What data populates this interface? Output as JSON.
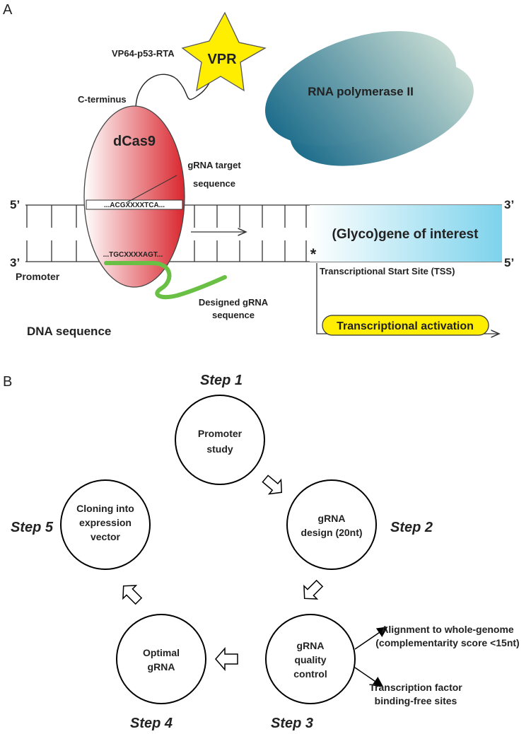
{
  "panel_a": {
    "label": "A",
    "activator_domains": "VP64-p53-RTA",
    "vpr": "VPR",
    "c_terminus": "C-terminus",
    "rna_pol": "RNA polymerase II",
    "dcas9": "dCas9",
    "grna_target_label_1": "gRNA target",
    "grna_target_label_2": "sequence",
    "seq_top": "...ACGXXXXTCA...",
    "seq_bottom": "...TGCXXXXAGT...",
    "five_prime_left": "5’",
    "three_prime_left": "3’",
    "three_prime_right": "3’",
    "five_prime_right": "5’",
    "promoter": "Promoter",
    "gene": "(Glyco)gene of interest",
    "tss_star": "*",
    "tss": "Transcriptional Start Site (TSS)",
    "designed_grna_1": "Designed gRNA",
    "designed_grna_2": "sequence",
    "dna_sequence": "DNA sequence",
    "activation": "Transcriptional activation",
    "colors": {
      "vpr_yellow": "#ffee00",
      "grna_green": "#6abf45",
      "dcas9_red": "#d9262e",
      "pol_teal": "#1f6e8c",
      "gene_blue": "#7dd3ec"
    }
  },
  "panel_b": {
    "label": "B",
    "steps": [
      {
        "step": "Step 1",
        "text": [
          "Promoter",
          "study"
        ]
      },
      {
        "step": "Step 2",
        "text": [
          "gRNA",
          "design (20nt)"
        ]
      },
      {
        "step": "Step 3",
        "text": [
          "gRNA",
          "quality",
          "control"
        ]
      },
      {
        "step": "Step 4",
        "text": [
          "Optimal",
          "gRNA"
        ]
      },
      {
        "step": "Step 5",
        "text": [
          "Cloning into",
          "expression",
          "vector"
        ]
      }
    ],
    "qc_out_1": [
      "Alignment to whole-genome",
      "(complementarity score <15nt)"
    ],
    "qc_out_2": [
      "Transcription factor",
      "binding-free sites"
    ]
  }
}
